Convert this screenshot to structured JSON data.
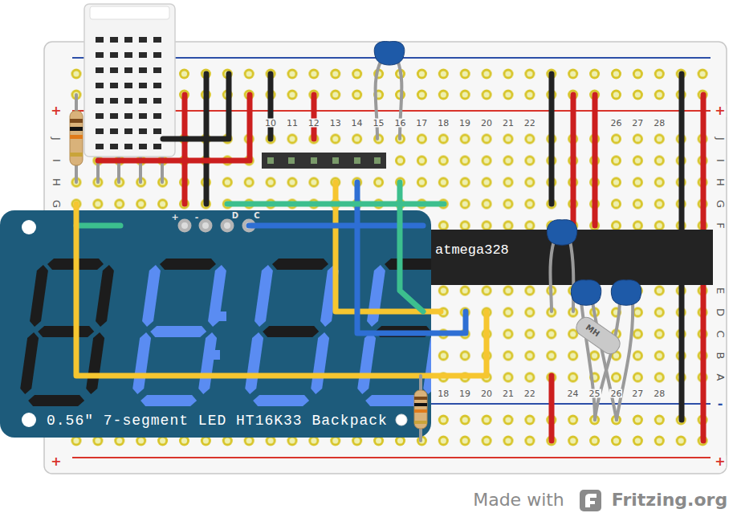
{
  "diagram": {
    "nodes": [
      {
        "text": [
          "atmega328"
        ]
      },
      {
        "text": [
          "0.56\" 7-segment LED HT16K33 Backpack"
        ]
      }
    ],
    "labels": [
      "+",
      "-",
      "D",
      "C",
      "10",
      "11",
      "12",
      "13",
      "14",
      "15",
      "16",
      "17",
      "18",
      "19",
      "20",
      "21",
      "22",
      "26",
      "27",
      "28",
      "18",
      "19",
      "20",
      "21",
      "22",
      "24",
      "25",
      "26",
      "27",
      "28",
      "J",
      "I",
      "H",
      "G",
      "J",
      "I",
      "H",
      "G",
      "F",
      "E",
      "D",
      "C",
      "B",
      "A",
      "+",
      "+",
      "-",
      "+",
      "+",
      "MH",
      "Made with",
      "Fritzing.org"
    ]
  }
}
